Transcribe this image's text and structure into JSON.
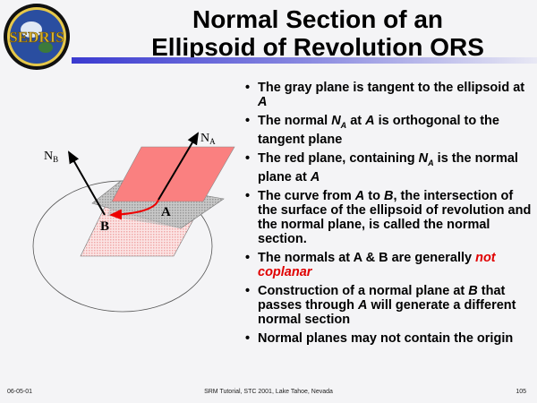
{
  "logo": {
    "text": "SEDRIS"
  },
  "title": {
    "line1": "Normal Section of an",
    "line2": "Ellipsoid of Revolution ORS"
  },
  "diagram": {
    "label_na": "N",
    "label_na_sub": "A",
    "label_nb": "N",
    "label_nb_sub": "B",
    "label_a": "A",
    "label_b": "B"
  },
  "bullets": [
    {
      "parts": [
        "The gray plane is tangent to the ellipsoid at ",
        "A",
        ""
      ]
    },
    {
      "parts": [
        "The normal ",
        "N",
        "A",
        " at ",
        "A",
        " is orthogonal to the tangent plane"
      ]
    },
    {
      "parts": [
        "The red plane, containing ",
        "N",
        "A",
        " is the normal plane at ",
        "A"
      ]
    },
    {
      "parts": [
        "The curve from ",
        "A",
        " to ",
        "B",
        ", the intersection of the surface of the ellipsoid of revolution and the normal plane, is called the normal section."
      ]
    },
    {
      "parts": [
        "The normals at A & B are generally ",
        "not coplanar"
      ]
    },
    {
      "parts": [
        "Construction of a normal plane at ",
        "B",
        " that passes through ",
        "A",
        " will generate a different normal section"
      ]
    },
    {
      "parts": [
        "Normal planes may not contain the origin"
      ]
    }
  ],
  "footer": {
    "date": "06-05-01",
    "center": "SRM Tutorial, STC 2001, Lake Tahoe, Nevada",
    "page": "105"
  }
}
